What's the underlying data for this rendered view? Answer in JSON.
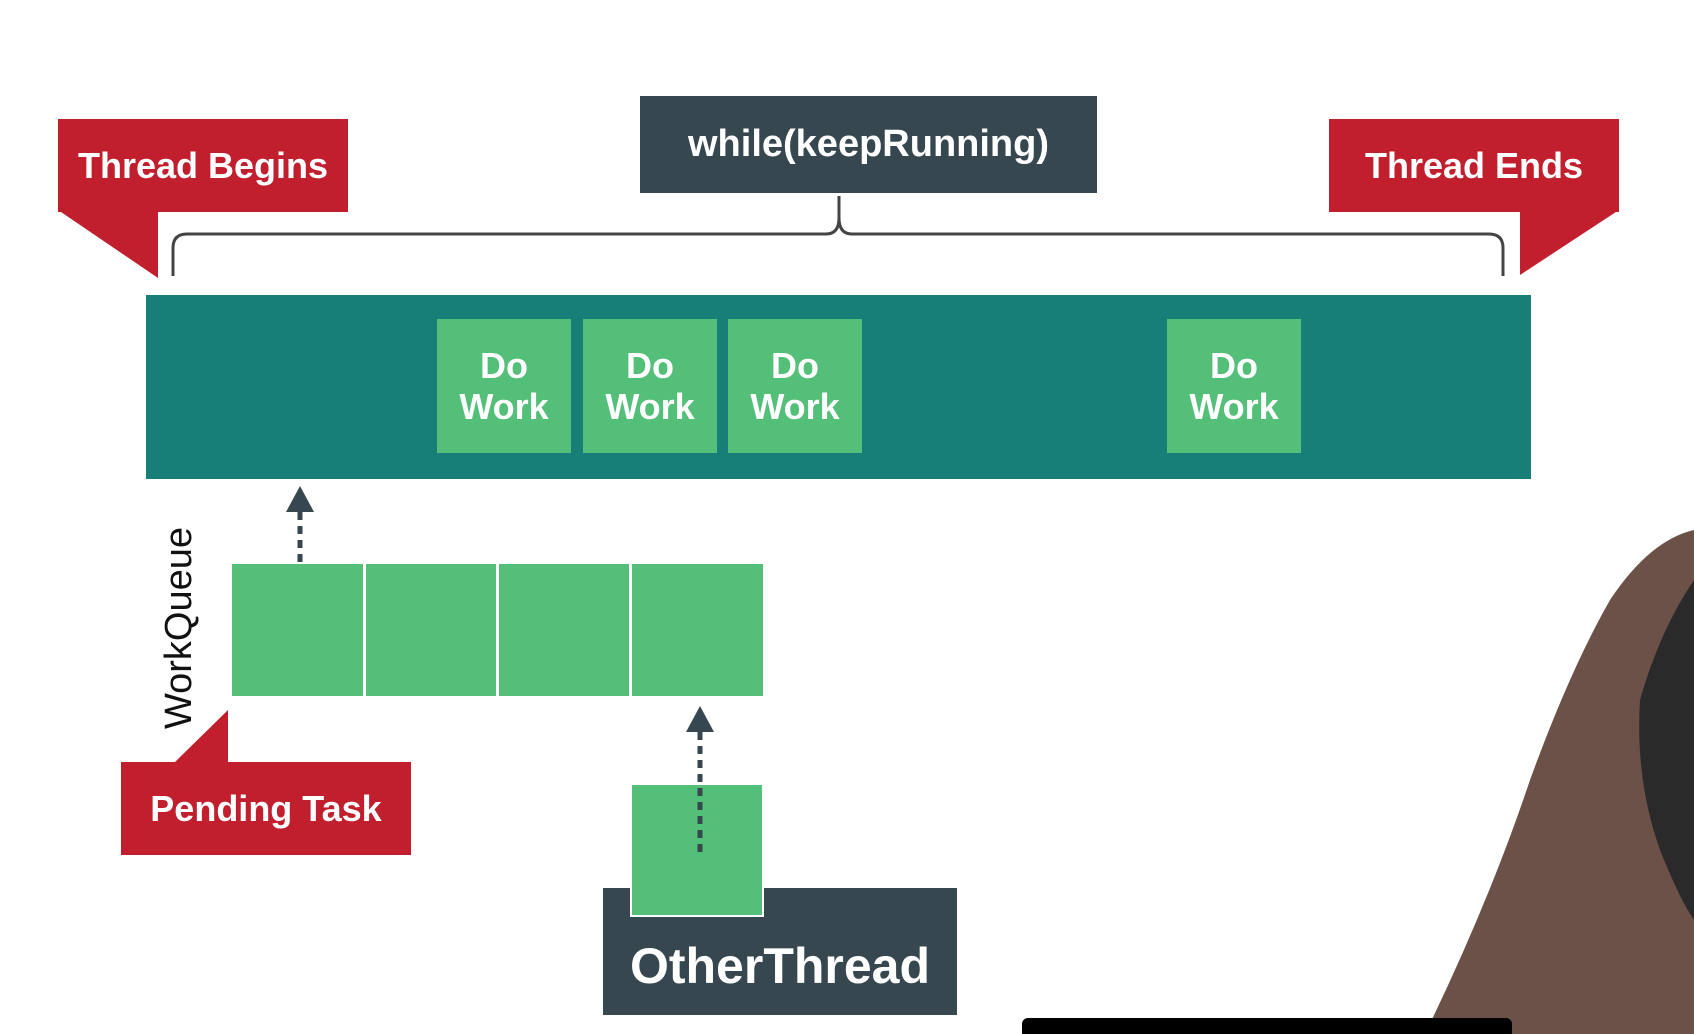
{
  "loop_label": "while(keepRunning)",
  "callouts": {
    "thread_begins": "Thread Begins",
    "thread_ends": "Thread Ends",
    "pending_task": "Pending Task"
  },
  "work_items": [
    {
      "line1": "Do",
      "line2": "Work"
    },
    {
      "line1": "Do",
      "line2": "Work"
    },
    {
      "line1": "Do",
      "line2": "Work"
    },
    {
      "line1": "Do",
      "line2": "Work"
    }
  ],
  "queue_label": "WorkQueue",
  "other_thread_label": "OtherThread",
  "colors": {
    "callout_red": "#c21f2e",
    "dark_slate": "#37474f",
    "thread_teal": "#177f78",
    "task_green": "#53bf78"
  }
}
